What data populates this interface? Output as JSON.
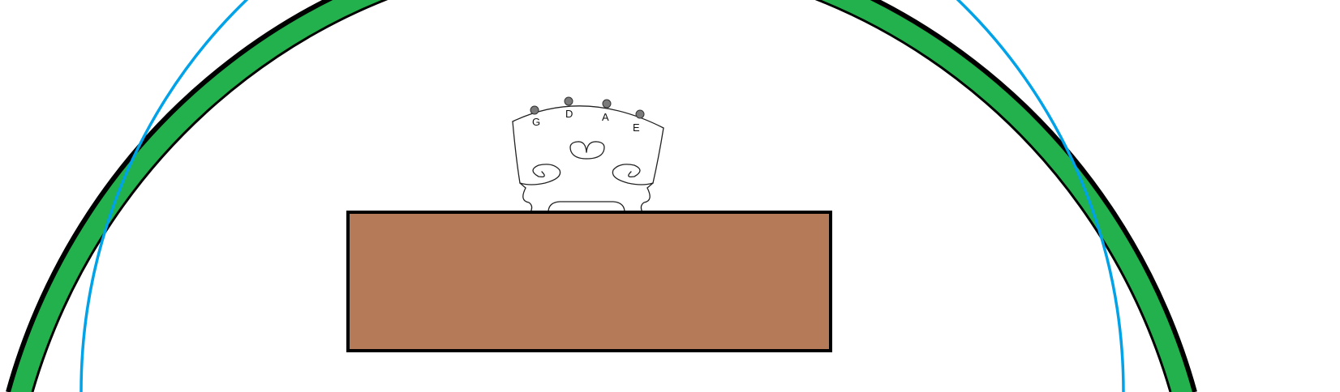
{
  "colors": {
    "background": "#ffffff",
    "outer_ring_fill": "#22b14c",
    "outer_ring_stroke": "#000000",
    "inner_circle": "#00a2e8",
    "block_fill": "#b57a57",
    "block_stroke": "#000000",
    "bridge_stroke": "#222222",
    "string_peg_fill": "#7a7a7a"
  },
  "bridge": {
    "strings": [
      {
        "label": "G"
      },
      {
        "label": "D"
      },
      {
        "label": "A"
      },
      {
        "label": "E"
      }
    ]
  },
  "icons": {
    "bridge": "violin-bridge-icon"
  }
}
